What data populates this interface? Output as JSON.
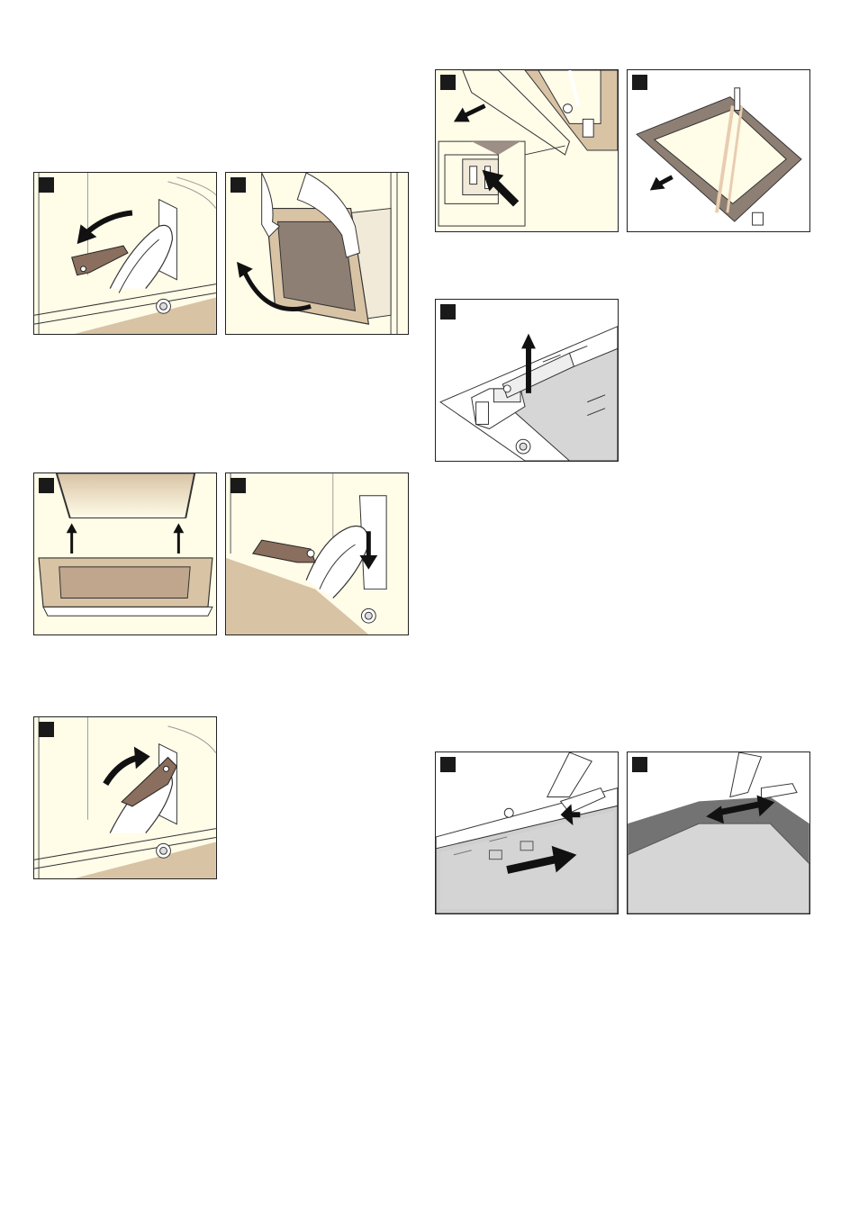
{
  "page": {
    "kind": "illustration-page",
    "background": "#ffffff",
    "step_marker_color": "#1a1a1a",
    "beige_color": "#d8c3a5",
    "cream_color": "#fffce8"
  },
  "figures": [
    {
      "id": "door-hinge-lever-down",
      "icons": [
        "curved-arrow-down-icon",
        "hinge-lever-icon"
      ]
    },
    {
      "id": "door-lift-off",
      "icons": [
        "hands-icon",
        "curved-arrow-up-icon"
      ]
    },
    {
      "id": "door-reattach-hooks",
      "icons": [
        "arrow-up-icon",
        "arrow-up-icon"
      ]
    },
    {
      "id": "hinge-lever-lower",
      "icons": [
        "arrow-down-icon",
        "hinge-lever-icon"
      ]
    },
    {
      "id": "hinge-lever-up",
      "icons": [
        "curved-arrow-up-icon",
        "hinge-lever-icon"
      ]
    },
    {
      "id": "door-cover-remove",
      "icons": [
        "arrow-left-icon",
        "arrow-press-icon"
      ]
    },
    {
      "id": "glass-pane-remove",
      "icons": [
        "arrow-down-left-icon",
        "glass-pane-icon"
      ]
    },
    {
      "id": "holder-lift",
      "icons": [
        "arrow-up-icon",
        "holder-clip-icon"
      ]
    },
    {
      "id": "glass-insert",
      "icons": [
        "arrow-right-icon",
        "arrow-left-icon"
      ]
    },
    {
      "id": "glass-slide",
      "icons": [
        "double-arrow-icon",
        "clip-icon"
      ]
    }
  ]
}
